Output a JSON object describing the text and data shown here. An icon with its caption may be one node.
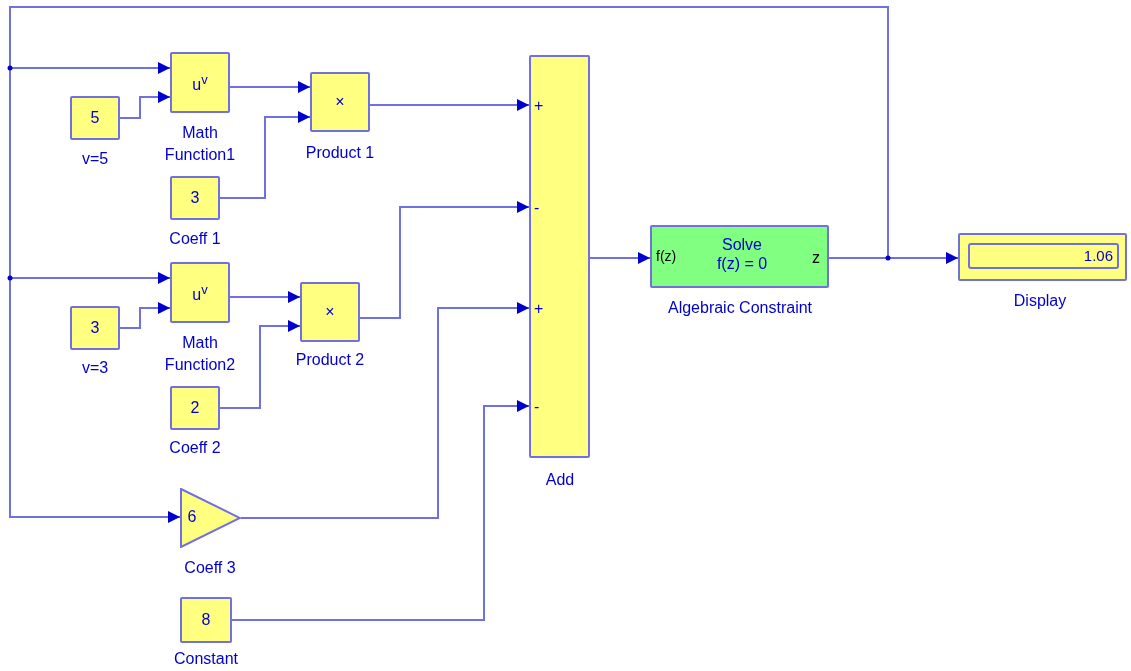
{
  "diagram": {
    "nodes": [
      {
        "text": [
          "5"
        ],
        "beside": [
          "v=5"
        ]
      },
      {
        "text": [
          "u$^{v}$"
        ],
        "beside": [
          "Math Function1"
        ]
      },
      {
        "text": [
          "3"
        ],
        "beside": [
          "Coeff 1"
        ]
      },
      {
        "text": [
          "×"
        ],
        "beside": [
          "Product 1"
        ]
      },
      {
        "text": [
          "3"
        ],
        "beside": [
          "v=3"
        ]
      },
      {
        "text": [
          "u$^{v}$"
        ],
        "beside": [
          "Math Function2"
        ]
      },
      {
        "text": [
          "2"
        ],
        "beside": [
          "Coeff 2"
        ]
      },
      {
        "text": [
          "×"
        ],
        "beside": [
          "Product 2"
        ]
      },
      {
        "text": [
          "6"
        ],
        "beside": [
          "Coeff 3"
        ]
      },
      {
        "text": [
          "8"
        ],
        "beside": [
          "Constant"
        ]
      },
      {
        "text": [
          "+",
          "-",
          "+",
          "-"
        ],
        "beside": [
          "Add"
        ]
      },
      {
        "text": [
          "f(z)",
          "Solve f(z) = 0",
          "z"
        ],
        "beside": [
          "Algebraic Constraint"
        ]
      },
      {
        "text": [
          "1.06"
        ],
        "beside": [
          "Display"
        ]
      }
    ],
    "edges": [
      {
        "from": 0,
        "to": 1,
        "arrow": "to"
      },
      {
        "from": 11,
        "to": 1,
        "arrow": "to"
      },
      {
        "from": 1,
        "to": 3,
        "arrow": "to"
      },
      {
        "from": 2,
        "to": 3,
        "arrow": "to"
      },
      {
        "from": 3,
        "to": 10,
        "arrow": "to"
      },
      {
        "from": 4,
        "to": 5,
        "arrow": "to"
      },
      {
        "from": 11,
        "to": 5,
        "arrow": "to"
      },
      {
        "from": 5,
        "to": 7,
        "arrow": "to"
      },
      {
        "from": 6,
        "to": 7,
        "arrow": "to"
      },
      {
        "from": 7,
        "to": 10,
        "arrow": "to"
      },
      {
        "from": 11,
        "to": 8,
        "arrow": "to"
      },
      {
        "from": 8,
        "to": 10,
        "arrow": "to"
      },
      {
        "from": 9,
        "to": 10,
        "arrow": "to"
      },
      {
        "from": 10,
        "to": 11,
        "arrow": "to"
      },
      {
        "from": 11,
        "to": 12,
        "arrow": "to"
      }
    ]
  }
}
